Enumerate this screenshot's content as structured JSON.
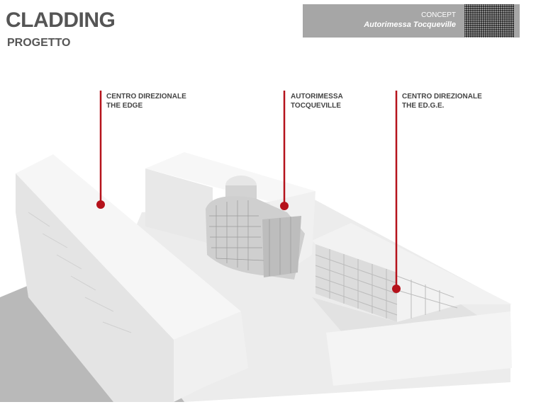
{
  "header": {
    "title": "CLADDING",
    "subtitle": "PROGETTO"
  },
  "banner": {
    "concept": "CONCEPT",
    "project": "Autorimessa Tocqueville"
  },
  "labels": [
    {
      "line1": "CENTRO DIREZIONALE",
      "line2": "THE EDGE"
    },
    {
      "line1": "AUTORIMESSA",
      "line2": "TOCQUEVILLE"
    },
    {
      "line1": "CENTRO DIREZIONALE",
      "line2": "THE ED.G.E."
    }
  ],
  "colors": {
    "accent": "#b5121b",
    "title": "#555555",
    "banner": "#a6a6a6"
  }
}
